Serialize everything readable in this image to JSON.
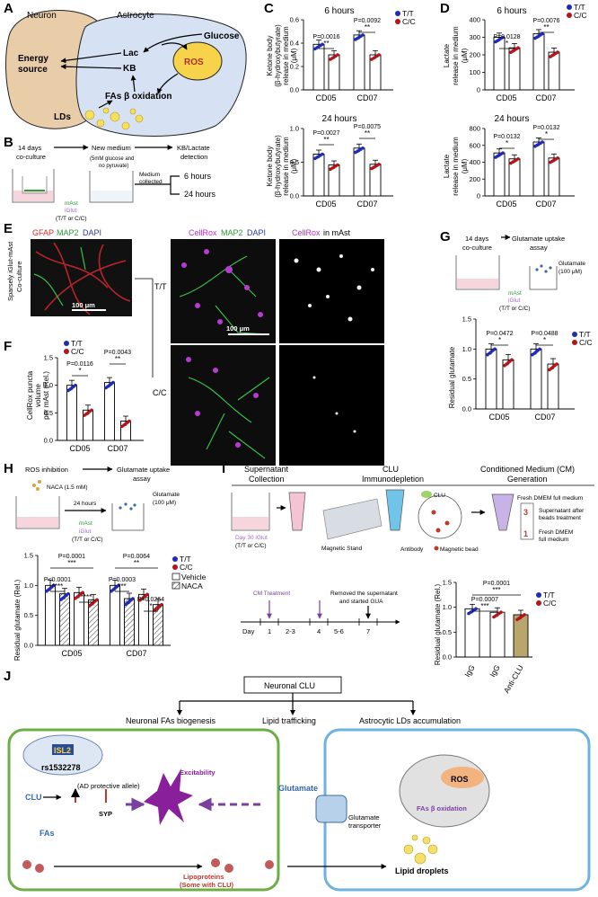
{
  "panel_labels": [
    "A",
    "B",
    "C",
    "D",
    "E",
    "F",
    "G",
    "H",
    "I",
    "J"
  ],
  "panel_a": {
    "neuron": "Neuron",
    "astrocyte": "Astrocyte",
    "glucose": "Glucose",
    "lac": "Lac",
    "kb": "KB",
    "energy": "Energy",
    "source": "source",
    "ros": "ROS",
    "fas": "FAs β oxidation",
    "lds": "LDs"
  },
  "panel_b": {
    "step1_a": "14 days",
    "step1_b": "co-culture",
    "step2": "New medium",
    "step2_note_a": "(5mM glucose and",
    "step2_note_b": "no pyruvate)",
    "step3": "KB/Lactate",
    "step3_b": "detection",
    "collected_a": "Medium",
    "collected_b": "collected",
    "t6": "6  hours",
    "t24": "24 hours",
    "mast": "mAst",
    "iglut": "iGlut",
    "genotype": "(T/T or C/C)"
  },
  "legend": {
    "tt": "T/T",
    "cc": "C/C",
    "vehicle": "Vehicle",
    "naca": "NACA"
  },
  "panel_c": {
    "ylabel": [
      "Ketone body",
      "(β-hydroxybutyrate)",
      "release in medium",
      "(μM)"
    ],
    "top_title": "6 hours",
    "bottom_title": "24 hours",
    "top_p": [
      "P=0.0016",
      "P=0.0092"
    ],
    "bottom_p": [
      "P=0.0027",
      "P=0.0075"
    ],
    "stars": "**"
  },
  "panel_d": {
    "ylabel": [
      "Lactate",
      "release in medium",
      "(μM)"
    ],
    "top_title": "6 hours",
    "bottom_title": "24 hours",
    "top_p": [
      "P=0.0128",
      "P=0.0076"
    ],
    "bottom_p": [
      "P=0.0132",
      "P=0.0132"
    ],
    "star1": "*",
    "star2": "**"
  },
  "panel_e": {
    "side_label": [
      "Sparsely iGlut-mAst",
      "Co-culture"
    ],
    "img1_a": "GFAP",
    "img1_b": "MAP2",
    "img1_c": "DAPI",
    "img2_a": "CellRox",
    "img2_b": "MAP2",
    "img2_c": "DAPI",
    "img3_a": "CellRox",
    "img3_b": " in mAst",
    "scale1": "100 μm",
    "scale2": "100 μm",
    "row_tt": "T/T",
    "row_cc": "C/C"
  },
  "panel_f": {
    "ylabel": [
      "CellRox puncta",
      "volume",
      "per mAst (Rel.)"
    ],
    "p": [
      "P=0.0116",
      "P=0.0043"
    ],
    "stars": [
      "*",
      "**"
    ]
  },
  "panel_g": {
    "step1_a": "14 days",
    "step1_b": "co-culture",
    "step2_a": "Glutamate uptake",
    "step2_b": "assay",
    "glutamate_a": "Glutamate",
    "glutamate_b": "(100 μM)",
    "ylabel": "Residual glutamate",
    "p": [
      "P=0.0472",
      "P=0.0488"
    ],
    "stars": [
      "*",
      "*"
    ]
  },
  "panel_h": {
    "step1": "ROS inhibition",
    "step2_a": "Glutamate uptake",
    "step2_b": "assay",
    "naca": "NACA (1.5 mM)",
    "hours": "24 hours",
    "glutamate_a": "Glutamate",
    "glutamate_b": "(100 μM)",
    "ylabel": "Residual glutamate (Rel.)",
    "p": [
      "P=0.0001",
      "P<0.0001",
      "P=0.0064",
      "P=0.0003",
      "P=0.0264"
    ],
    "stars": [
      "***",
      "****",
      "****",
      "**",
      "***",
      "*"
    ]
  },
  "panel_i": {
    "h1": "Supernatant",
    "h1b": "Collection",
    "h2": "CLU",
    "h2b": "Immunodepletion",
    "h3": "Conditioned Medium (CM)",
    "h3b": "Generation",
    "day30_a": "Day 30 iGlut",
    "day30_b": "(T/T or C/C)",
    "stand": "Magnetic Stand",
    "antibody": "Antibody",
    "bead": "Magnetic bead",
    "clu_item": "CLU",
    "fresh1_a": "Fresh DMEM full medium",
    "after_a": "Supernatant after",
    "after_b": "beads treatment",
    "fresh2_a": "Fresh DMEM",
    "fresh2_b": "full medium",
    "ratio_top": "3",
    "ratio_bot": "1",
    "cm": "CM Treatment",
    "removed_a": "Removed the supernatant",
    "removed_b": "and started GUA",
    "day": "Day",
    "days": [
      "1",
      "2-3",
      "4",
      "5-6",
      "7"
    ],
    "ylabel": "Residual glutamate (Rel.)",
    "p": [
      "P=0.0001",
      "P=0.0007"
    ],
    "stars": [
      "***",
      "***"
    ],
    "xticks": [
      "IgG",
      "IgG",
      "Anti-CLU"
    ]
  },
  "panel_j": {
    "title": "Neuronal CLU",
    "col1": "Neuronal FAs biogenesis",
    "col2": "Lipid trafficking",
    "col3": "Astrocytic LDs accumulation",
    "isl2": "ISL2",
    "snp": "rs1532278",
    "ad": "(AD protective allele)",
    "clu": "CLU",
    "syp": "SYP",
    "excit": "Excitability",
    "fas": "FAs",
    "glutamate": "Glutamate",
    "transporter_a": "Glutamate",
    "transporter_b": "transporter",
    "ros": "ROS",
    "fasb": "FAs β oxidation",
    "lipo_a": "Lipoproteins",
    "lipo_b": "(Some with CLU)",
    "ld": "Lipid droplets"
  },
  "chart_data": [
    {
      "panel": "C-top",
      "type": "bar",
      "title": "6 hours",
      "categories": [
        "CD05",
        "CD07"
      ],
      "series": [
        {
          "name": "T/T",
          "values": [
            0.39,
            0.47
          ]
        },
        {
          "name": "C/C",
          "values": [
            0.3,
            0.3
          ]
        }
      ],
      "ylim": [
        0,
        0.6
      ]
    },
    {
      "panel": "C-bottom",
      "type": "bar",
      "title": "24 hours",
      "categories": [
        "CD05",
        "CD07"
      ],
      "series": [
        {
          "name": "T/T",
          "values": [
            0.62,
            0.71
          ]
        },
        {
          "name": "C/C",
          "values": [
            0.46,
            0.47
          ]
        }
      ],
      "ylim": [
        0,
        1.0
      ]
    },
    {
      "panel": "D-top",
      "type": "bar",
      "title": "6 hours",
      "categories": [
        "CD05",
        "CD07"
      ],
      "series": [
        {
          "name": "T/T",
          "values": [
            300,
            320
          ]
        },
        {
          "name": "C/C",
          "values": [
            240,
            215
          ]
        }
      ],
      "ylim": [
        0,
        400
      ]
    },
    {
      "panel": "D-bottom",
      "type": "bar",
      "title": "24 hours",
      "categories": [
        "CD05",
        "CD07"
      ],
      "series": [
        {
          "name": "T/T",
          "values": [
            510,
            640
          ]
        },
        {
          "name": "C/C",
          "values": [
            440,
            450
          ]
        }
      ],
      "ylim": [
        0,
        800
      ]
    },
    {
      "panel": "F",
      "type": "bar",
      "categories": [
        "CD05",
        "CD07"
      ],
      "series": [
        {
          "name": "T/T",
          "values": [
            1.0,
            1.05
          ]
        },
        {
          "name": "C/C",
          "values": [
            0.55,
            0.35
          ]
        }
      ],
      "ylim": [
        0,
        1.5
      ]
    },
    {
      "panel": "G",
      "type": "bar",
      "categories": [
        "CD05",
        "CD07"
      ],
      "series": [
        {
          "name": "T/T",
          "values": [
            1.0,
            1.0
          ]
        },
        {
          "name": "C/C",
          "values": [
            0.82,
            0.75
          ]
        }
      ],
      "ylim": [
        0,
        1.5
      ]
    },
    {
      "panel": "H",
      "type": "bar",
      "categories": [
        "CD05",
        "CD07"
      ],
      "series": [
        {
          "name": "T/T Vehicle",
          "values": [
            1.0,
            1.0
          ]
        },
        {
          "name": "T/T NACA",
          "values": [
            0.86,
            0.78
          ]
        },
        {
          "name": "C/C Vehicle",
          "values": [
            0.88,
            0.85
          ]
        },
        {
          "name": "C/C NACA",
          "values": [
            0.76,
            0.68
          ]
        }
      ],
      "ylim": [
        0,
        1.5
      ]
    },
    {
      "panel": "I",
      "type": "bar",
      "categories": [
        "IgG",
        "IgG",
        "Anti-CLU"
      ],
      "series": [
        {
          "name": "T/T",
          "values": [
            0.97
          ]
        },
        {
          "name": "C/C",
          "values": [
            0.9,
            0.85
          ]
        }
      ],
      "ylim": [
        0,
        1.5
      ]
    }
  ]
}
